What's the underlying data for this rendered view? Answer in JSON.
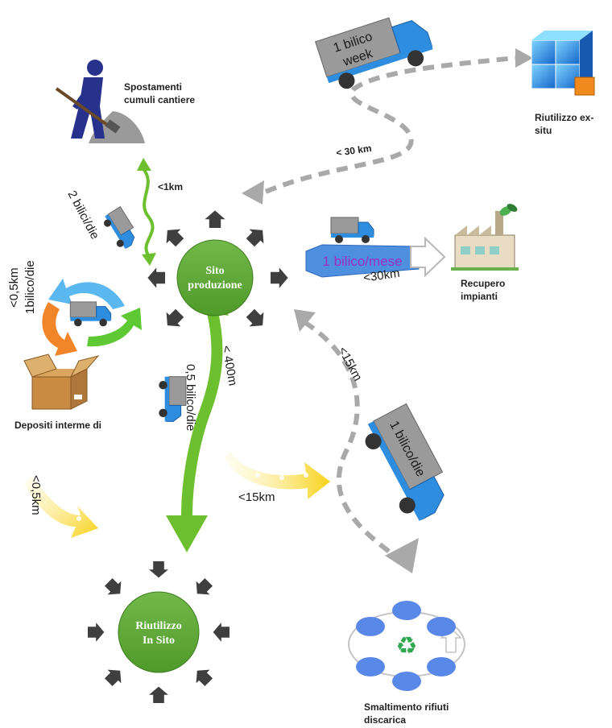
{
  "nodes": {
    "production": {
      "line1": "Sito",
      "line2": "produzione"
    },
    "reuse_on_site": {
      "line1": "Riutilizzo",
      "line2": "In Sito"
    }
  },
  "labels": {
    "stockpile_moves": {
      "line1": "Spostamenti",
      "line2": "cumuli cantiere"
    },
    "reuse_ex_situ": {
      "line1": "Riutilizzo ex-",
      "line2": "situ"
    },
    "plant_recovery": {
      "line1": "Recupero",
      "line2": "impianti"
    },
    "intermediate_deposits": "Depositi interme di",
    "landfill_disposal": {
      "line1": "Smaltimento rifiuti",
      "line2": "discarica"
    }
  },
  "flows": {
    "stockpile_distance": "<1km",
    "stockpile_rate": "2 bilici/die",
    "ex_situ_truck_line1": "1 bilico",
    "ex_situ_truck_line2": "week",
    "ex_situ_distance": "< 30 km",
    "plant_rate": "1 bilico/mese",
    "plant_distance": "<30km",
    "deposits_distance": "<0,5km",
    "deposits_rate": "1bilico/die",
    "deposits_out_distance": "<0,5km",
    "on_site_rate": "0,5 bilico/die",
    "on_site_distance": "< 400m",
    "yellow_distance": "<15km",
    "landfill_distance": "<15km",
    "landfill_truck": "1 bilico/die"
  },
  "colors": {
    "node_green": "#5aa42e",
    "arrow_dark": "#3f3f3f",
    "flow_green": "#6cc030",
    "dashed_gray": "#a9a9a9",
    "truck_blue": "#2e8ddf",
    "truck_cargo": "#9a9a9a",
    "yellow": "#f7d117",
    "banner_blue": "#3d7fd6",
    "rate_text": "#9b2fc1"
  },
  "icons": [
    "worker-digging-icon",
    "cubes-icon",
    "truck-icon",
    "factory-icon",
    "box-icon",
    "recycle-cycle-icon"
  ]
}
